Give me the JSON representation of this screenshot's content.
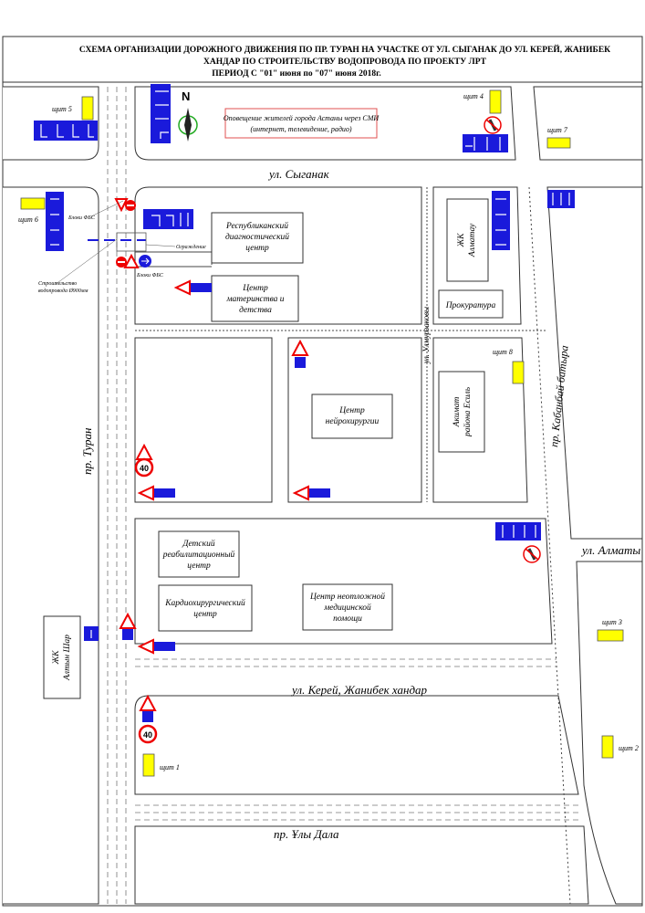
{
  "title": {
    "line1": "СХЕМА ОРГАНИЗАЦИИ ДОРОЖНОГО ДВИЖЕНИЯ ПО ПР. ТУРАН НА УЧАСТКЕ ОТ УЛ. СЫГАНАК ДО УЛ. КЕРЕЙ, ЖАНИБЕК",
    "line2": "ХАНДАР ПО СТРОИТЕЛЬСТВУ ВОДОПРОВОДА ПО ПРОЕКТУ ЛРТ",
    "period": "ПЕРИОД С \"01\" июня по \"07\" июня 2018г."
  },
  "streets": {
    "syganak": "ул. Сыганак",
    "turan": "пр. Туран",
    "kerey": "ул. Керей, Жанибек хандар",
    "uly_dala": "пр. Ұлы Дала",
    "kabanbai": "пр. Кабанбай батыра",
    "almaty": "ул. Алматы",
    "ulmyrzakova": "ул. Улмурзаковы"
  },
  "buildings": {
    "diag": [
      "Республиканский",
      "диагностический",
      "центр"
    ],
    "maternity": [
      "Центр",
      "материнства и",
      "детства"
    ],
    "almatau": [
      "ЖК",
      "Алматау"
    ],
    "prokuratura": "Прокуратура",
    "neuro": [
      "Центр",
      "нейрохирургии"
    ],
    "akimat": [
      "Акимат",
      "района Есиль"
    ],
    "rehab": [
      "Детский",
      "реабилитационный",
      "центр"
    ],
    "cardio": [
      "Кардиохирургический",
      "центр"
    ],
    "emergency": [
      "Центр неотложной",
      "медицинской",
      "помощи"
    ],
    "altyn_shar": [
      "ЖК",
      "Алтын Шар"
    ]
  },
  "notice": {
    "line1": "Оповещение жителей города Астаны через СМИ",
    "line2": "(интернет, телевидение, радио)"
  },
  "annotations": {
    "fbs_top": "Блоки ФБС",
    "fbs_bottom": "Блоки ФБС",
    "fence": "Ограждение",
    "construction1": "Строительство",
    "construction2": "водопровода Ø900мм"
  },
  "shields": [
    "щит 1",
    "щит 2",
    "щит 3",
    "щит 4",
    "щит 5",
    "щит 6",
    "щит 7",
    "щит 8"
  ],
  "speed_limit": "40",
  "north": "N",
  "colors": {
    "sign_blue": "#1a1adb",
    "warning_red": "#e00000",
    "shield_yellow": "#ffff00"
  }
}
